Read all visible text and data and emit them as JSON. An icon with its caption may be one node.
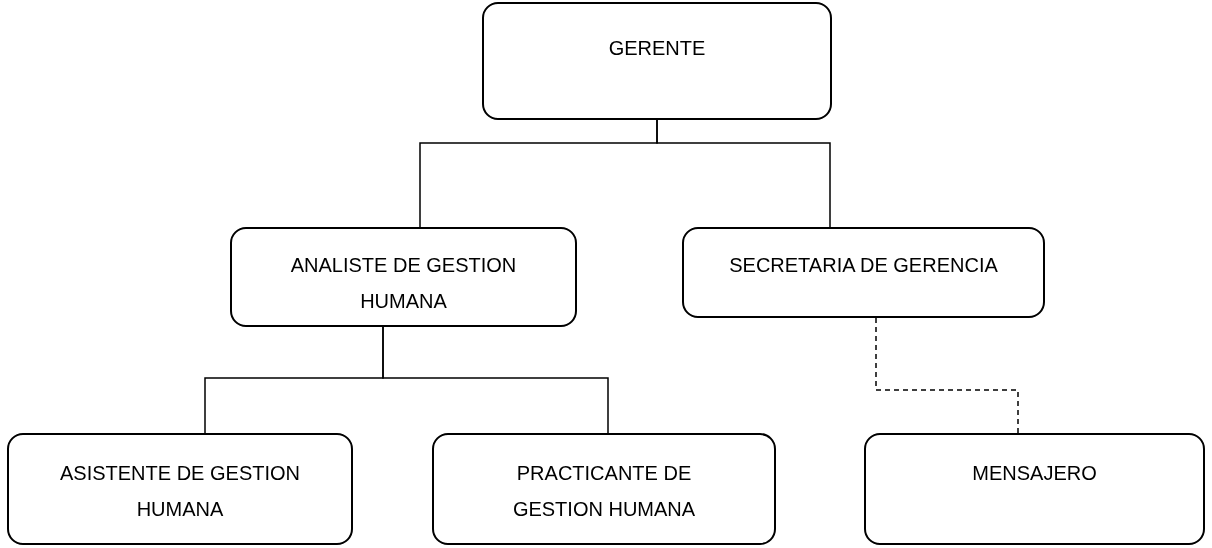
{
  "diagram": {
    "nodes": [
      {
        "text": [
          "GERENTE"
        ]
      },
      {
        "text": [
          "ANALISTE DE GESTION HUMANA"
        ]
      },
      {
        "text": [
          "SECRETARIA DE GERENCIA"
        ]
      },
      {
        "text": [
          "ASISTENTE DE GESTION HUMANA"
        ]
      },
      {
        "text": [
          "PRACTICANTE DE GESTION HUMANA"
        ]
      },
      {
        "text": [
          "MENSAJERO"
        ]
      }
    ],
    "edges": [
      {
        "from": 0,
        "to": 1,
        "arrow": "none"
      },
      {
        "from": 0,
        "to": 2,
        "arrow": "none"
      },
      {
        "from": 1,
        "to": 3,
        "arrow": "none"
      },
      {
        "from": 1,
        "to": 4,
        "arrow": "none"
      },
      {
        "from": 2,
        "to": 5,
        "arrow": "none",
        "style": "dashed"
      }
    ]
  }
}
